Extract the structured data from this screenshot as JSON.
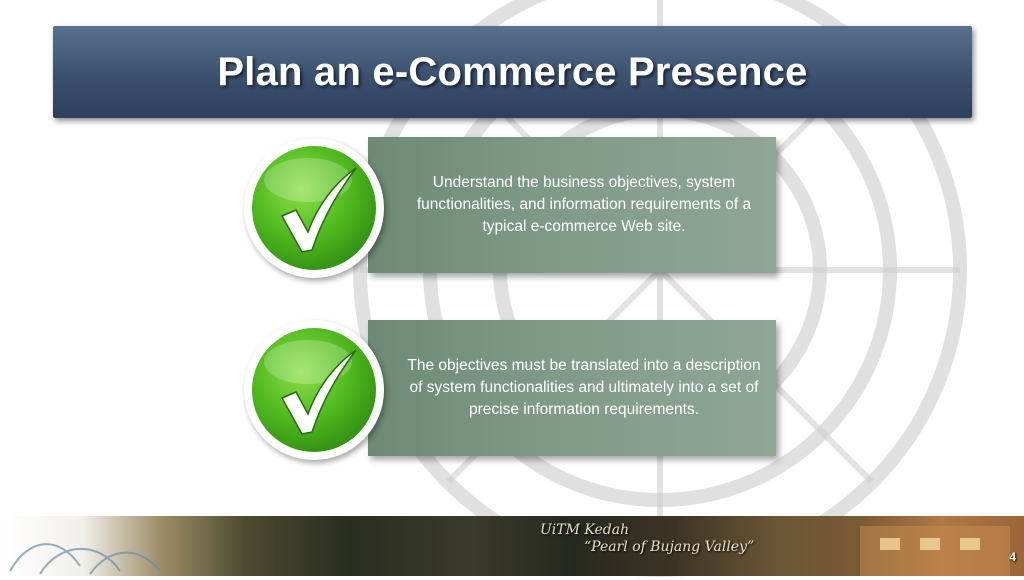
{
  "slide": {
    "title": "Plan an e-Commerce Presence",
    "page_number": "4"
  },
  "items": [
    {
      "text": "Understand the business objectives, system functionalities, and information requirements of a typical e-commerce Web site.",
      "icon": "checkmark-icon"
    },
    {
      "text": "The objectives must be translated into a description of system functionalities and ultimately into a set of precise information requirements.",
      "icon": "checkmark-icon"
    }
  ],
  "footer": {
    "line1": "UiTM Kedah",
    "line2": "“Pearl of Bujang Valley”"
  },
  "colors": {
    "title_bar": "#3b5170",
    "card": "#809a88",
    "check_green": "#4fb81e"
  }
}
